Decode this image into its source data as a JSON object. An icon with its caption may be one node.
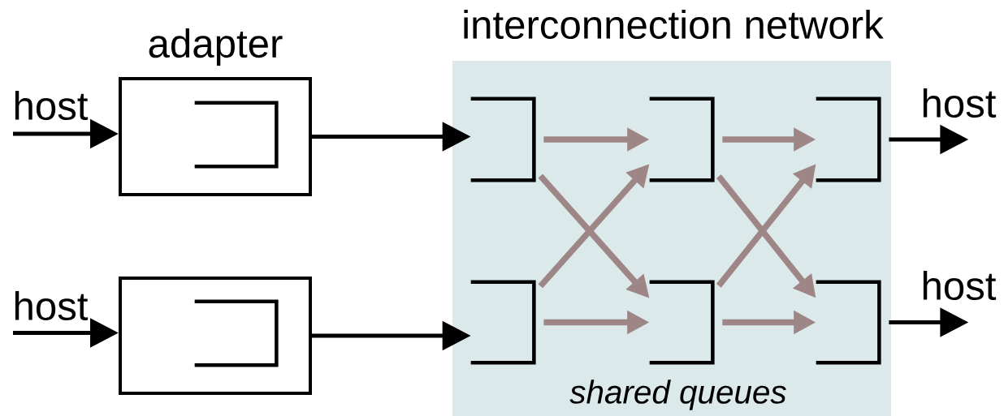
{
  "diagram": {
    "nodes": [
      {
        "text": [
          "adapter"
        ]
      },
      {
        "text": [],
        "shape": "bracket",
        "in": 0
      },
      {
        "text": [],
        "shape": "box"
      },
      {
        "text": [],
        "shape": "bracket",
        "in": 2
      },
      {
        "text": [
          "interconnection network",
          "shared queues"
        ]
      },
      {
        "text": [],
        "shape": "bracket",
        "in": 4
      },
      {
        "text": [],
        "shape": "bracket",
        "in": 4
      },
      {
        "text": [],
        "shape": "bracket",
        "in": 4
      },
      {
        "text": [],
        "shape": "bracket",
        "in": 4
      },
      {
        "text": [],
        "shape": "bracket",
        "in": 4
      },
      {
        "text": [],
        "shape": "bracket",
        "in": 4
      }
    ],
    "edges": [
      {
        "from": null,
        "to": 0,
        "arrow": "to",
        "color": "#000000"
      },
      {
        "from": null,
        "to": 2,
        "arrow": "to",
        "color": "#000000"
      },
      {
        "from": 0,
        "to": 5,
        "arrow": "to",
        "color": "#000000"
      },
      {
        "from": 2,
        "to": 6,
        "arrow": "to",
        "color": "#000000"
      },
      {
        "from": 5,
        "to": 7,
        "arrow": "to",
        "color": "#9e8686"
      },
      {
        "from": 5,
        "to": 8,
        "arrow": "to",
        "color": "#9e8686"
      },
      {
        "from": 6,
        "to": 7,
        "arrow": "to",
        "color": "#9e8686"
      },
      {
        "from": 6,
        "to": 8,
        "arrow": "to",
        "color": "#9e8686"
      },
      {
        "from": 7,
        "to": 9,
        "arrow": "to",
        "color": "#9e8686"
      },
      {
        "from": 7,
        "to": 10,
        "arrow": "to",
        "color": "#9e8686"
      },
      {
        "from": 8,
        "to": 9,
        "arrow": "to",
        "color": "#9e8686"
      },
      {
        "from": 8,
        "to": 10,
        "arrow": "to",
        "color": "#9e8686"
      },
      {
        "from": 9,
        "to": null,
        "arrow": "to",
        "color": "#000000"
      },
      {
        "from": 10,
        "to": null,
        "arrow": "to",
        "color": "#000000"
      }
    ],
    "labels": [
      "host",
      "host",
      "host",
      "host"
    ]
  }
}
